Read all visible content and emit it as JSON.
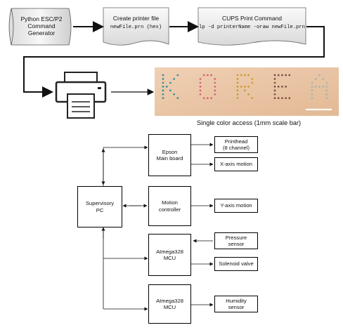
{
  "pipeline": {
    "generator": {
      "line1": "Python ESC/P2",
      "line2": "Command",
      "line3": "Generator"
    },
    "printer_file": {
      "title": "Create printer file",
      "code": "newFile.prn  (hex)"
    },
    "cups": {
      "title": "CUPS Print Command",
      "code": "lp -d printerName -oraw newFile.prn"
    },
    "sample_letters": [
      "K",
      "O",
      "R",
      "E",
      "A"
    ],
    "sample_letter_colors": [
      "#2e8f97",
      "#d75f74",
      "#c99a2b",
      "#7a4a43",
      "#9fb8ae"
    ],
    "sample_caption": "Single color access (1mm scale bar)"
  },
  "blocks": {
    "supervisory": {
      "line1": "Supervisory",
      "line2": "PC"
    },
    "epson": {
      "line1": "Epson",
      "line2": "Main board"
    },
    "printhead": {
      "line1": "Printhead",
      "line2": "(8 channel)"
    },
    "x_axis": "X-axis motion",
    "motion_controller": {
      "line1": "Motion",
      "line2": "controller"
    },
    "y_axis": "Y-axis motion",
    "mcu1": {
      "line1": "Atmega328",
      "line2": "MCU"
    },
    "pressure": {
      "line1": "Pressure",
      "line2": "sensor"
    },
    "solenoid": "Solenoid valve",
    "mcu2": {
      "line1": "Atmega328",
      "line2": "MCU"
    },
    "humidity": {
      "line1": "Humidity",
      "line2": "sensor"
    }
  }
}
